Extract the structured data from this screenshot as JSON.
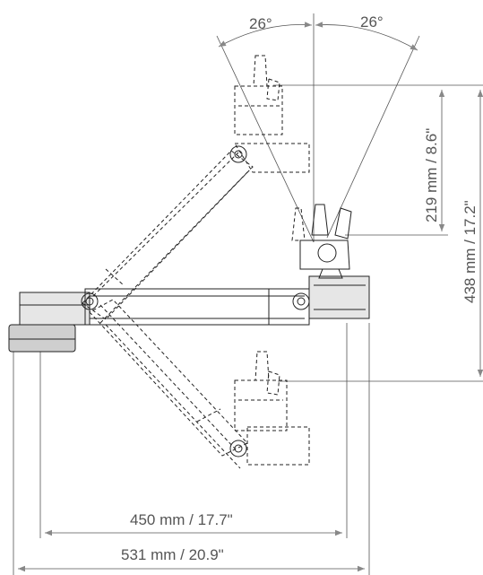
{
  "dimensions": {
    "angle_left": "26°",
    "angle_right": "26°",
    "height_upper": "219 mm / 8.6\"",
    "height_total": "438 mm / 17.2\"",
    "reach_inner": "450 mm / 17.7\"",
    "reach_outer": "531 mm / 20.9\""
  },
  "colors": {
    "line": "#222222",
    "dimension": "#555555",
    "arrow": "#888888"
  }
}
